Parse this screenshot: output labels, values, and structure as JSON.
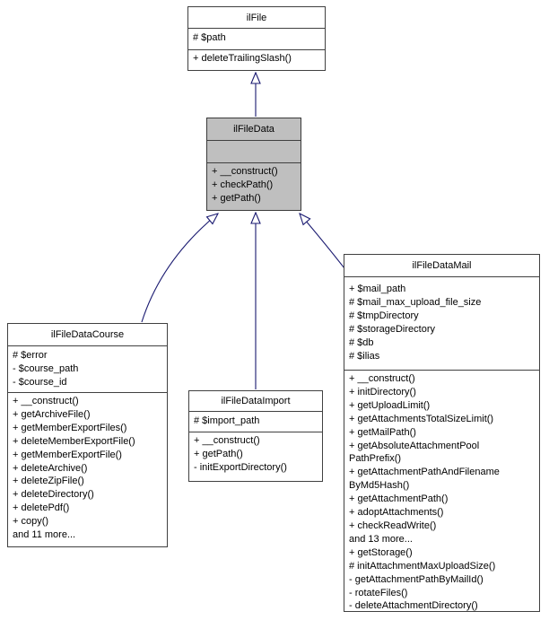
{
  "diagram_type": "uml-class-inheritance",
  "colors": {
    "edge": "#191970",
    "highlight_fill": "#bfbfbf",
    "box_border": "#404040",
    "background": "#ffffff",
    "text": "#000000"
  },
  "classes": {
    "ilFile": {
      "name": "ilFile",
      "attributes": [
        "# $path"
      ],
      "methods": [
        "+ deleteTrailingSlash()"
      ]
    },
    "ilFileData": {
      "name": "ilFileData",
      "attributes": [],
      "methods": [
        "+ __construct()",
        "+ checkPath()",
        "+ getPath()"
      ]
    },
    "ilFileDataCourse": {
      "name": "ilFileDataCourse",
      "attributes": [
        "# $error",
        "- $course_path",
        "- $course_id"
      ],
      "methods": [
        "+ __construct()",
        "+ getArchiveFile()",
        "+ getMemberExportFiles()",
        "+ deleteMemberExportFile()",
        "+ getMemberExportFile()",
        "+ deleteArchive()",
        "+ deleteZipFile()",
        "+ deleteDirectory()",
        "+ deletePdf()",
        "+ copy()",
        "and 11 more..."
      ]
    },
    "ilFileDataImport": {
      "name": "ilFileDataImport",
      "attributes": [
        "# $import_path"
      ],
      "methods": [
        "+ __construct()",
        "+ getPath()",
        "- initExportDirectory()"
      ]
    },
    "ilFileDataMail": {
      "name": "ilFileDataMail",
      "attributes": [
        "+ $mail_path",
        "# $mail_max_upload_file_size",
        "# $tmpDirectory",
        "# $storageDirectory",
        "# $db",
        "# $ilias"
      ],
      "methods": [
        "+ __construct()",
        "+ initDirectory()",
        "+ getUploadLimit()",
        "+ getAttachmentsTotalSizeLimit()",
        "+ getMailPath()",
        "+ getAbsoluteAttachmentPool",
        "PathPrefix()",
        "+ getAttachmentPathAndFilename",
        "ByMd5Hash()",
        "+ getAttachmentPath()",
        "+ adoptAttachments()",
        "+ checkReadWrite()",
        "and 13 more...",
        "+ getStorage()",
        "# initAttachmentMaxUploadSize()",
        "- getAttachmentPathByMailId()",
        "- rotateFiles()",
        "- deleteAttachmentDirectory()"
      ]
    }
  },
  "edges": [
    {
      "from": "ilFileData",
      "to": "ilFile",
      "type": "inheritance"
    },
    {
      "from": "ilFileDataCourse",
      "to": "ilFileData",
      "type": "inheritance"
    },
    {
      "from": "ilFileDataImport",
      "to": "ilFileData",
      "type": "inheritance"
    },
    {
      "from": "ilFileDataMail",
      "to": "ilFileData",
      "type": "inheritance"
    }
  ]
}
